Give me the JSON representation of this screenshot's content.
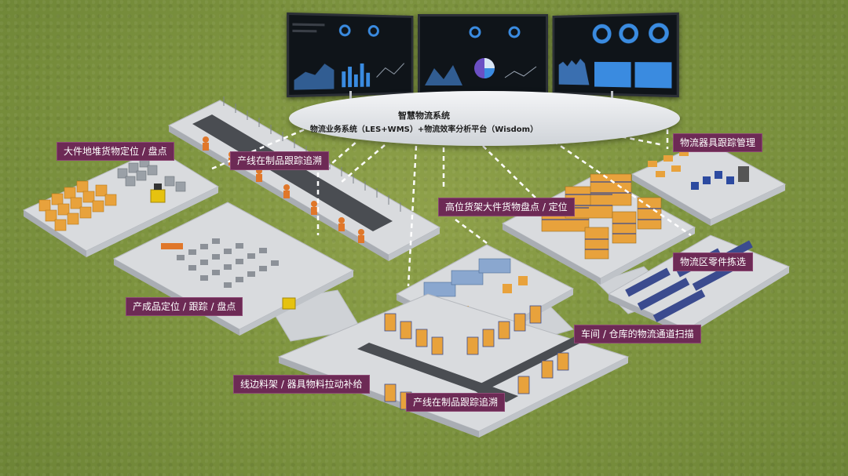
{
  "platform": {
    "title": "智慧物流系统",
    "subtitle": "物流业务系统（LES+WMS）+物流效率分析平台（Wisdom）"
  },
  "callouts": [
    {
      "id": "bulk",
      "text": "大件地堆货物定位 / 盘点"
    },
    {
      "id": "line-top",
      "text": "产线在制品跟踪追溯"
    },
    {
      "id": "high-rack",
      "text": "高位货架大件货物盘点 / 定位"
    },
    {
      "id": "tools",
      "text": "物流器具跟踪管理"
    },
    {
      "id": "parts",
      "text": "物流区零件拣选"
    },
    {
      "id": "finished",
      "text": "产成品定位 / 跟踪 / 盘点"
    },
    {
      "id": "scan",
      "text": "车间 / 仓库的物流通道扫描"
    },
    {
      "id": "lineside",
      "text": "线边料架 / 器具物料拉动补给"
    },
    {
      "id": "line-bottom",
      "text": "产线在制品跟踪追溯"
    }
  ],
  "colors": {
    "callout_bg": "#6d2a55",
    "floor": "#d9dbde",
    "grass": "#7f9540",
    "cargo": "#e8a23c",
    "robot": "#e0772a",
    "rack": "#3b4b8f"
  }
}
